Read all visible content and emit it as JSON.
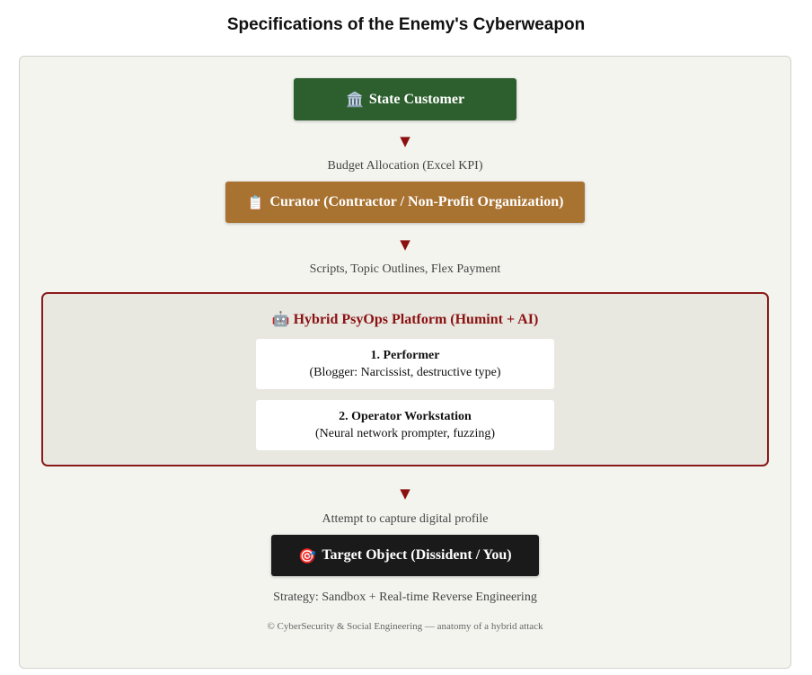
{
  "title": "Specifications of the Enemy's Cyberweapon",
  "colors": {
    "state": "#2c5f2d",
    "curator": "#a87231",
    "target": "#1a1a1a",
    "arrow": "#8b1111",
    "platform_border": "#8b1a1a",
    "panel_bg": "#f4f4ef"
  },
  "nodes": {
    "state_customer": {
      "icon": "🏛️",
      "icon_name": "classical-building-icon",
      "label": "State Customer"
    },
    "curator": {
      "icon": "📋",
      "icon_name": "clipboard-icon",
      "label": "Curator (Contractor / Non-Profit Organization)"
    },
    "target": {
      "icon": "🎯",
      "icon_name": "target-icon",
      "label": "Target Object (Dissident / You)"
    }
  },
  "arrow_glyph": "▼",
  "edges": {
    "budget": "Budget Allocation (Excel KPI)",
    "scripts": "Scripts, Topic Outlines, Flex Payment",
    "capture": "Attempt to capture digital profile",
    "strategy": "Strategy: Sandbox + Real-time Reverse Engineering"
  },
  "platform": {
    "icon": "🤖",
    "icon_name": "robot-icon",
    "title": "Hybrid PsyOps Platform (Humint + AI)",
    "components": [
      {
        "title": "1. Performer",
        "description": "(Blogger: Narcissist, destructive type)"
      },
      {
        "title": "2. Operator Workstation",
        "description": "(Neural network prompter, fuzzing)"
      }
    ]
  },
  "footer": "© CyberSecurity & Social Engineering — anatomy of a hybrid attack"
}
